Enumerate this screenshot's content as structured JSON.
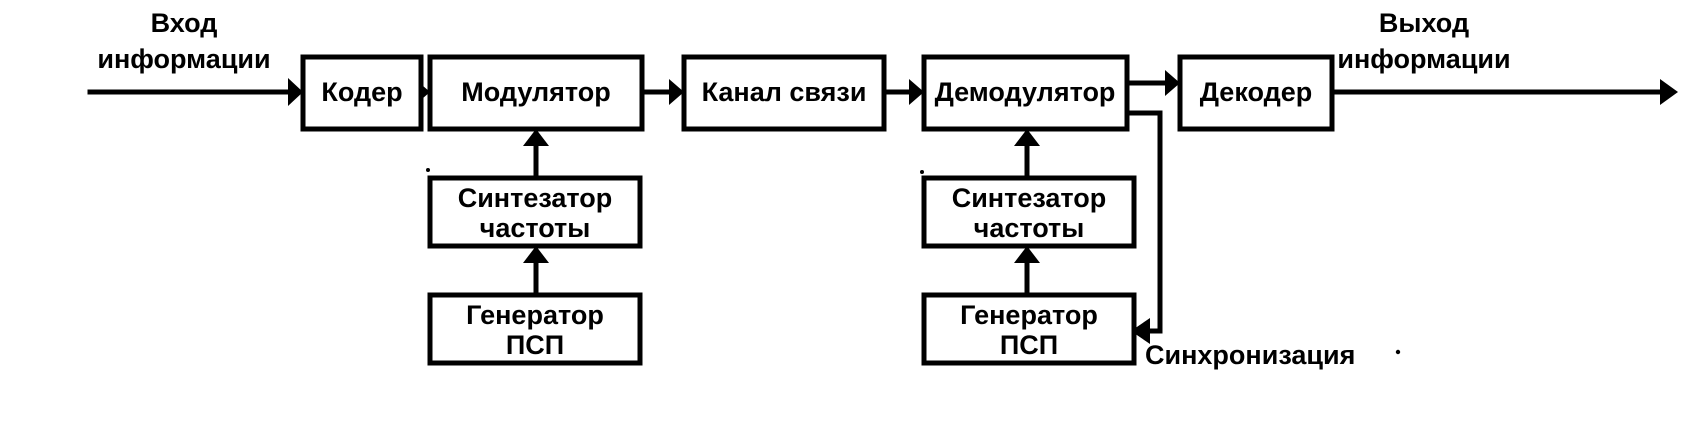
{
  "diagram": {
    "title": "Structural scheme of a communication system with pseudo-random sequence",
    "colors": {
      "stroke": "#000000",
      "fill": "#ffffff",
      "background": "#ffffff"
    },
    "blocks": [
      {
        "id": "coder",
        "label": "Кодер",
        "label_line2": ""
      },
      {
        "id": "modulator",
        "label": "Модулятор",
        "label_line2": ""
      },
      {
        "id": "channel",
        "label": "Канал связи",
        "label_line2": ""
      },
      {
        "id": "demodulator",
        "label": "Демодулятор",
        "label_line2": ""
      },
      {
        "id": "decoder",
        "label": "Декодер",
        "label_line2": ""
      },
      {
        "id": "synth-tx",
        "label": "Синтезатор",
        "label_line2": "частоты"
      },
      {
        "id": "gen-tx",
        "label": "Генератор",
        "label_line2": "ПСП"
      },
      {
        "id": "synth-rx",
        "label": "Синтезатор",
        "label_line2": "частоты"
      },
      {
        "id": "gen-rx",
        "label": "Генератор",
        "label_line2": "ПСП"
      }
    ],
    "labels": {
      "input_line1": "Вход",
      "input_line2": "информации",
      "output_line1": "Выход",
      "output_line2": "информации",
      "sync": "Синхронизация"
    },
    "connections": [
      {
        "from": "input",
        "to": "coder",
        "kind": "arrow"
      },
      {
        "from": "coder",
        "to": "modulator",
        "kind": "arrow"
      },
      {
        "from": "modulator",
        "to": "channel",
        "kind": "arrow"
      },
      {
        "from": "channel",
        "to": "demodulator",
        "kind": "arrow"
      },
      {
        "from": "demodulator",
        "to": "decoder",
        "kind": "arrow"
      },
      {
        "from": "decoder",
        "to": "output",
        "kind": "arrow"
      },
      {
        "from": "synth-tx",
        "to": "modulator",
        "kind": "arrow-up"
      },
      {
        "from": "gen-tx",
        "to": "synth-tx",
        "kind": "arrow-up"
      },
      {
        "from": "synth-rx",
        "to": "demodulator",
        "kind": "arrow-up"
      },
      {
        "from": "gen-rx",
        "to": "synth-rx",
        "kind": "arrow-up"
      },
      {
        "from": "demodulator",
        "to": "gen-rx",
        "kind": "sync-feedback"
      }
    ]
  }
}
